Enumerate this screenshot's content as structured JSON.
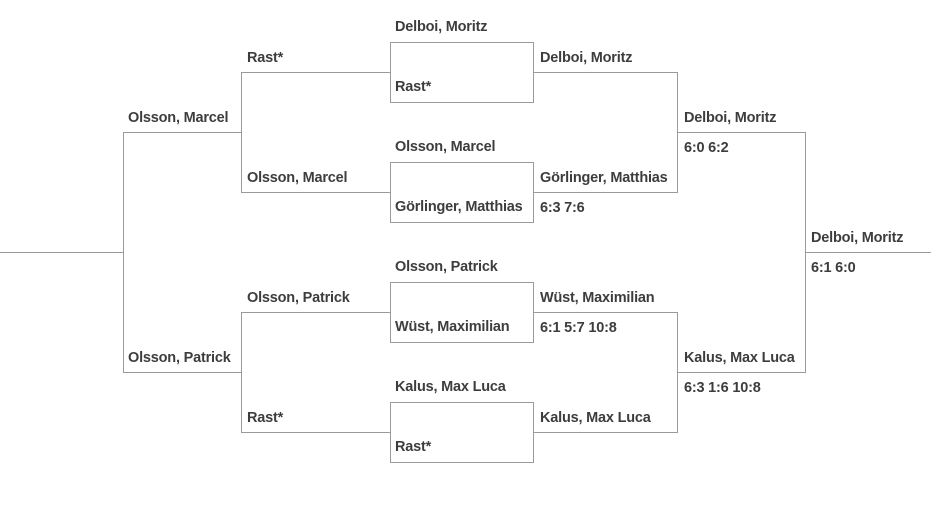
{
  "page": {
    "background_color": "#ffffff",
    "text_color": "#3d3d3d",
    "line_color": "#9a9a9a"
  },
  "bracket": {
    "main": {
      "round1": [
        {
          "top_player": "Delboi, Moritz",
          "bottom_player": "Rast*",
          "winner": "Delboi, Moritz",
          "score": ""
        },
        {
          "top_player": "Olsson, Marcel",
          "bottom_player": "Görlinger, Matthias",
          "winner": "Görlinger, Matthias",
          "score": "6:3 7:6"
        },
        {
          "top_player": "Olsson, Patrick",
          "bottom_player": "Wüst, Maximilian",
          "winner": "Wüst, Maximilian",
          "score": "6:1 5:7 10:8"
        },
        {
          "top_player": "Kalus, Max Luca",
          "bottom_player": "Rast*",
          "winner": "Kalus, Max Luca",
          "score": ""
        }
      ],
      "semifinals": [
        {
          "winner": "Delboi, Moritz",
          "score": "6:0 6:2"
        },
        {
          "winner": "Kalus, Max Luca",
          "score": "6:3 1:6 10:8"
        }
      ],
      "final": {
        "winner": "Delboi, Moritz",
        "score": "6:1 6:0"
      }
    },
    "consolation": {
      "entries": [
        "Rast*",
        "Olsson, Marcel",
        "Olsson, Patrick",
        "Rast*"
      ],
      "advancers": [
        "Olsson, Marcel",
        "Olsson, Patrick"
      ]
    }
  }
}
